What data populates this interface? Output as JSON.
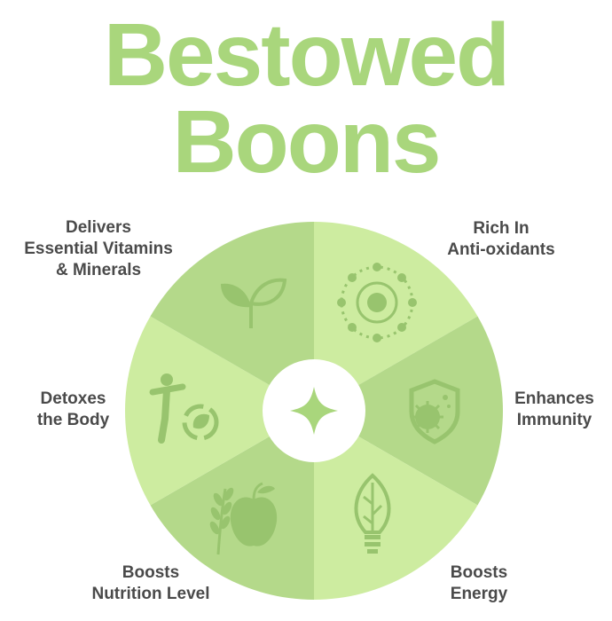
{
  "title": {
    "line1": "Bestowed",
    "line2": "Boons"
  },
  "colors": {
    "title": "#a9d67c",
    "segment_dark": "#b4d98a",
    "segment_light": "#cdeca0",
    "icon": "#98c46e",
    "center": "#ffffff",
    "center_star": "#a9d67c",
    "label_text": "#4a4a4a"
  },
  "segments": [
    {
      "id": "antioxidants",
      "icon": "atom-orbit-icon",
      "label": [
        "Rich In",
        "Anti-oxidants"
      ]
    },
    {
      "id": "immunity",
      "icon": "shield-virus-icon",
      "label": [
        "Enhances",
        "Immunity"
      ]
    },
    {
      "id": "energy",
      "icon": "leaf-bulb-icon",
      "label": [
        "Boosts",
        "Energy"
      ]
    },
    {
      "id": "nutrition",
      "icon": "wheat-apple-icon",
      "label": [
        "Boosts",
        "Nutrition Level"
      ]
    },
    {
      "id": "detox",
      "icon": "person-recycle-icon",
      "label": [
        "Detoxes",
        "the Body"
      ]
    },
    {
      "id": "vitamins",
      "icon": "sprout-icon",
      "label": [
        "Delivers",
        "Essential Vitamins",
        "& Minerals"
      ]
    }
  ],
  "center_icon": "sparkle-star-icon"
}
